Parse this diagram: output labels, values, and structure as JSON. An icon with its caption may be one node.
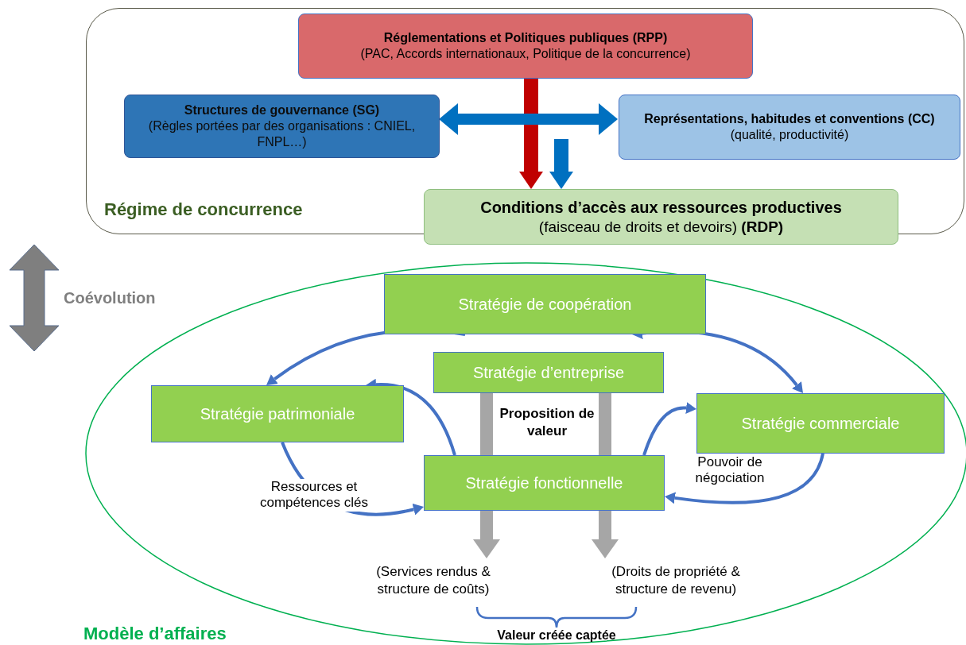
{
  "diagram": {
    "nodes": [
      {
        "text": [
          "Régime de concurrence"
        ]
      },
      {
        "text": [
          "Réglementations et Politiques publiques (RPP)",
          "(PAC, Accords internationaux, Politique de la concurrence)"
        ],
        "in": 0
      },
      {
        "text": [
          "Structures de gouvernance (SG)",
          "(Règles portées par des organisations : CNIEL, FNPL…)"
        ],
        "in": 0
      },
      {
        "text": [
          "**Représentations, habitudes et conventions (CC)** (qualité, productivité)"
        ],
        "in": 0
      },
      {
        "text": [
          "Conditions d’accès aux ressources productives",
          "(faisceau de droits et devoirs) **(RDP)**"
        ]
      },
      {
        "text": [
          "Modèle d’affaires"
        ]
      },
      {
        "text": [
          "Stratégie de coopération"
        ],
        "in": 5
      },
      {
        "text": [
          "Stratégie d’entreprise"
        ],
        "in": 5
      },
      {
        "text": [
          "Stratégie patrimoniale"
        ],
        "in": 5
      },
      {
        "text": [
          "Stratégie commerciale"
        ],
        "in": 5
      },
      {
        "text": [
          "Stratégie fonctionnelle"
        ],
        "in": 5
      },
      {
        "text": [
          "(Services rendus & structure de coûts)"
        ],
        "in": 5
      },
      {
        "text": [
          "(Droits de propriété & structure de revenu)"
        ],
        "in": 5
      }
    ],
    "edges": [
      {
        "from": 1,
        "to": 4,
        "arrow": "to",
        "color": "#c00000"
      },
      {
        "from": 2,
        "to": 3,
        "arrow": "both",
        "color": "#0070c0"
      },
      {
        "from": null,
        "to": 4,
        "arrow": "to",
        "color": "#0070c0"
      },
      {
        "from": 7,
        "to": 10,
        "arrow": "none",
        "color": "#a6a6a6"
      },
      {
        "from": 7,
        "to": 10,
        "arrow": "none",
        "color": "#a6a6a6"
      },
      {
        "from": 10,
        "to": 11,
        "arrow": "to",
        "color": "#a6a6a6"
      },
      {
        "from": 10,
        "to": 12,
        "arrow": "to",
        "color": "#a6a6a6"
      },
      {
        "from": 6,
        "to": 8,
        "arrow": "to"
      },
      {
        "from": 10,
        "to": 8,
        "arrow": "to"
      },
      {
        "from": 8,
        "to": 10,
        "arrow": "to",
        "label": "Ressources et compétences clés"
      },
      {
        "from": 6,
        "to": 9,
        "arrow": "both"
      },
      {
        "from": 10,
        "to": 9,
        "arrow": "to"
      },
      {
        "from": 9,
        "to": 10,
        "arrow": "to",
        "label": "Pouvoir de négociation"
      }
    ],
    "labels": [
      "Coévolution",
      "Proposition de valeur",
      "Valeur créée captée"
    ]
  }
}
